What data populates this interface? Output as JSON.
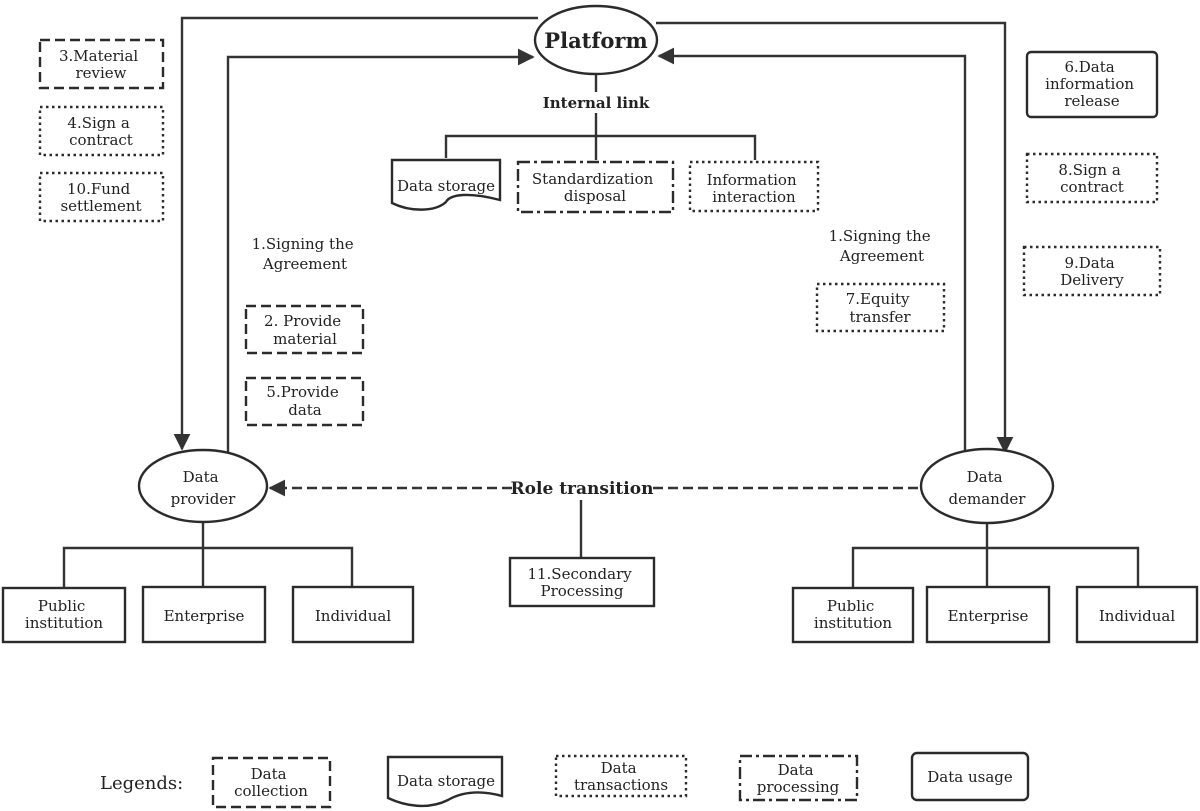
{
  "nodes": {
    "platform": "Platform",
    "internal_link": "Internal link",
    "data_storage": "Data storage",
    "standardization": [
      "Standardization",
      "disposal"
    ],
    "information": [
      "Information",
      "interaction"
    ],
    "data_provider": [
      "Data",
      "provider"
    ],
    "data_demander": [
      "Data",
      "demander"
    ],
    "role_transition": "Role transition",
    "secondary_processing": [
      "11.Secondary",
      "Processing"
    ]
  },
  "provider_children": [
    [
      "Public",
      "institution"
    ],
    [
      "Enterprise"
    ],
    [
      "Individual"
    ]
  ],
  "demander_children": [
    [
      "Public",
      "institution"
    ],
    [
      "Enterprise"
    ],
    [
      "Individual"
    ]
  ],
  "steps": {
    "material_review": [
      "3.Material",
      "review"
    ],
    "sign_contract_left": [
      "4.Sign a",
      "contract"
    ],
    "fund_settlement": [
      "10.Fund",
      "settlement"
    ],
    "signing_left": [
      "1.Signing the",
      "Agreement"
    ],
    "provide_material": [
      "2. Provide",
      "material"
    ],
    "provide_data": [
      "5.Provide",
      "data"
    ],
    "data_info_release": [
      "6.Data",
      "information",
      "release"
    ],
    "sign_contract_right": [
      "8.Sign a",
      "contract"
    ],
    "data_delivery": [
      "9.Data",
      "Delivery"
    ],
    "signing_right": [
      "1.Signing the",
      "Agreement"
    ],
    "equity_transfer": [
      "7.Equity",
      "transfer"
    ]
  },
  "legend": {
    "title": "Legends:",
    "items": [
      [
        "Data",
        "collection"
      ],
      [
        "Data storage"
      ],
      [
        "Data",
        "transactions"
      ],
      [
        "Data",
        "processing"
      ],
      [
        "Data usage"
      ]
    ]
  }
}
